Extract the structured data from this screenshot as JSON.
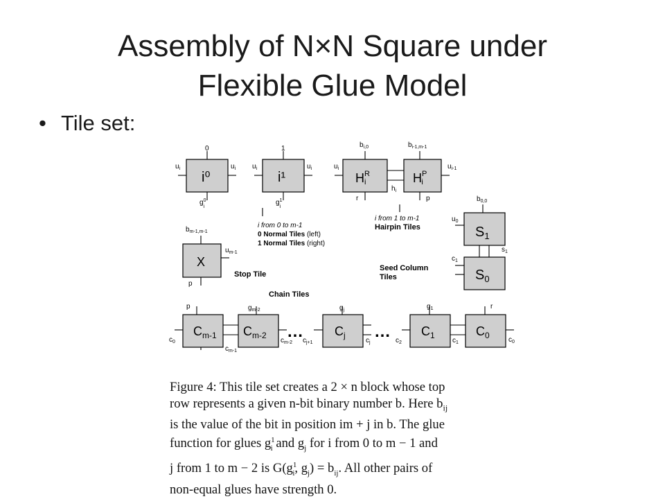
{
  "slide": {
    "title_line1": "Assembly of N×N Square under",
    "title_line2": "Flexible Glue Model",
    "bullet": "Tile set:"
  },
  "diagram": {
    "tiles": {
      "i0": "i⁰",
      "i1": "i¹",
      "hr": "H",
      "hr_sup": "R",
      "hr_sub": "i",
      "hp": "H",
      "hp_sup": "P",
      "hp_sub": "i",
      "s1": "S",
      "s1_sub": "1",
      "s0": "S",
      "s0_sub": "0",
      "x": "X",
      "cm1": "C",
      "cm1_sub": "m-1",
      "cm2": "C",
      "cm2_sub": "m-2",
      "cj": "C",
      "cj_sub": "j",
      "c1": "C",
      "c1_sub": "1",
      "c0": "C",
      "c0_sub": "0"
    },
    "glues": {
      "i0_top": "0",
      "i0_left": "u",
      "i0_left_sub": "i",
      "i0_right": "u",
      "i0_right_sub": "i",
      "i0_bottom": "g",
      "i0_bottom_sup": "0",
      "i0_bottom_sub": "i",
      "i1_top": "1",
      "i1_left": "u",
      "i1_left_sub": "i",
      "i1_right": "u",
      "i1_right_sub": "i",
      "i1_bottom": "g",
      "i1_bottom_sup": "1",
      "i1_bottom_sub": "i",
      "hr_top": "b",
      "hr_top_sub": "i,0",
      "hr_left": "u",
      "hr_left_sub": "i",
      "hr_bottom": "r",
      "h_mid": "h",
      "h_mid_sub": "i",
      "hp_top": "b",
      "hp_top_sub": "i-1,m-1",
      "hp_right": "u",
      "hp_right_sub": "i-1",
      "hp_bottom": "p",
      "s1_top": "b",
      "s1_top_sub": "0,0",
      "s1_left": "u",
      "s1_left_sub": "0",
      "s_mid": "s",
      "s_mid_sub": "1",
      "s0_left": "c",
      "s0_left_sub": "1",
      "x_top": "b",
      "x_top_sub": "m-1,m-1",
      "x_right": "u",
      "x_right_sub": "m-1",
      "x_bottom": "p",
      "cm1_top": "p",
      "cm1_left": "c",
      "cm1_left_sub": "0",
      "cm1_bottom": "c",
      "cm1_bottom_sub": "m-1",
      "cm2_top": "g",
      "cm2_top_sub": "m-2",
      "cm2_right": "c",
      "cm2_right_sub": "m-2",
      "cj_left": "c",
      "cj_left_sub": "j+1",
      "cj_top": "g",
      "cj_top_sub": "j",
      "cj_right": "c",
      "cj_right_sub": "j",
      "c1_left": "c",
      "c1_left_sub": "2",
      "c1_top": "g",
      "c1_top_sub": "1",
      "c1_right": "c",
      "c1_right_sub": "1",
      "c0_top": "r",
      "c0_right": "c",
      "c0_right_sub": "0"
    },
    "labels": {
      "normal_l1": "i from 0 to m-1",
      "normal_l2a": "0 Normal Tiles",
      "normal_l2b": " (left)",
      "normal_l3a": "1 Normal Tiles",
      "normal_l3b": " (right)",
      "hairpin_l1": "i from 1 to m-1",
      "hairpin_l2": "Hairpin Tiles",
      "stop": "Stop Tile",
      "seed_l1": "Seed Column",
      "seed_l2": "Tiles",
      "chain": "Chain Tiles",
      "dots": "…"
    }
  },
  "caption": {
    "line1": "Figure 4:  This tile set creates a 2 × n block whose top",
    "line2": "row represents a given n-bit binary number b.  Here b",
    "line2_sub": "ij",
    "line3": "is the value of the bit in position im + j in b.  The glue",
    "line4a": "function for glues g",
    "line4_sup": "1",
    "line4_sub": "i",
    "line4b": " and g",
    "line4_sub2": "j",
    "line4c": " for i from 0 to m − 1 and",
    "line5a": "j from 1 to m − 2 is G(g",
    "line5_sup": "1",
    "line5_sub": "i",
    "line5b": ", g",
    "line5_sub2": "j",
    "line5c": ") = b",
    "line5_sub3": "ij",
    "line5d": ".  All other pairs of",
    "line6": "non-equal glues have strength 0."
  }
}
